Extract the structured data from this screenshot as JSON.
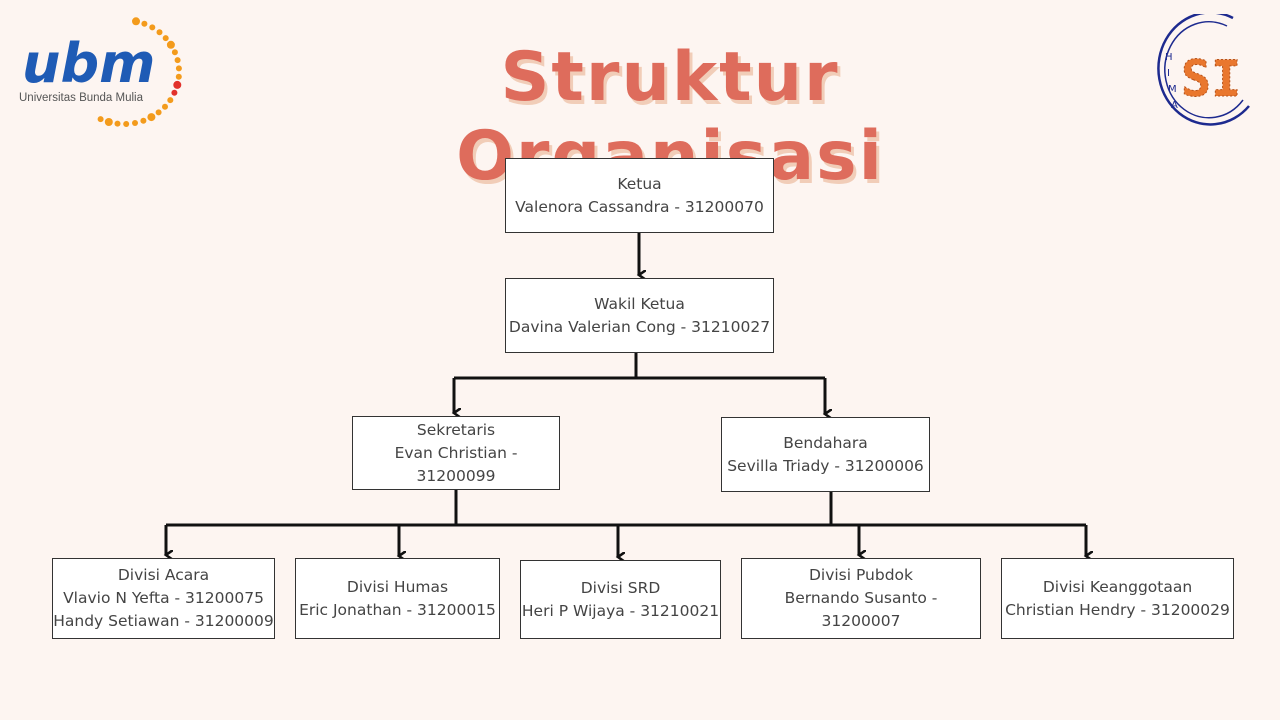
{
  "title": "Struktur Organisasi",
  "logos": {
    "left_mark": "ubm",
    "left_subtitle": "Universitas Bunda Mulia",
    "right_mark": "SI",
    "right_letters": [
      "H",
      "I",
      "M",
      "A"
    ]
  },
  "colors": {
    "title": "#de6c5c",
    "title_shadow": "#f1cdb8",
    "ubm_blue": "#1f5bb5",
    "ubm_orange": "#f39b1c",
    "si_orange": "#e9772e",
    "si_ring": "#1d2a8f",
    "box_border": "#333333",
    "connector": "#111111"
  },
  "nodes": {
    "ketua": {
      "role": "Ketua",
      "members": [
        "Valenora Cassandra - 31200070"
      ]
    },
    "wakil": {
      "role": "Wakil Ketua",
      "members": [
        "Davina Valerian Cong - 31210027"
      ]
    },
    "sekretaris": {
      "role": "Sekretaris",
      "members": [
        "Evan Christian - 31200099"
      ]
    },
    "bendahara": {
      "role": "Bendahara",
      "members": [
        "Sevilla Triady - 31200006"
      ]
    },
    "acara": {
      "role": "Divisi Acara",
      "members": [
        "Vlavio N Yefta - 31200075",
        "Handy Setiawan - 31200009"
      ]
    },
    "humas": {
      "role": "Divisi Humas",
      "members": [
        "Eric Jonathan - 31200015"
      ]
    },
    "srd": {
      "role": "Divisi SRD",
      "members": [
        "Heri P Wijaya - 31210021"
      ]
    },
    "pubdok": {
      "role": "Divisi Pubdok",
      "members": [
        "Bernando Susanto -",
        "31200007"
      ]
    },
    "keanggotaan": {
      "role": "Divisi Keanggotaan",
      "members": [
        "Christian Hendry - 31200029"
      ]
    }
  },
  "edges": [
    [
      "ketua",
      "wakil"
    ],
    [
      "wakil",
      "sekretaris"
    ],
    [
      "wakil",
      "bendahara"
    ],
    [
      "sekretaris",
      "acara"
    ],
    [
      "sekretaris",
      "humas"
    ],
    [
      "sekretaris",
      "srd"
    ],
    [
      "bendahara",
      "pubdok"
    ],
    [
      "bendahara",
      "keanggotaan"
    ]
  ]
}
